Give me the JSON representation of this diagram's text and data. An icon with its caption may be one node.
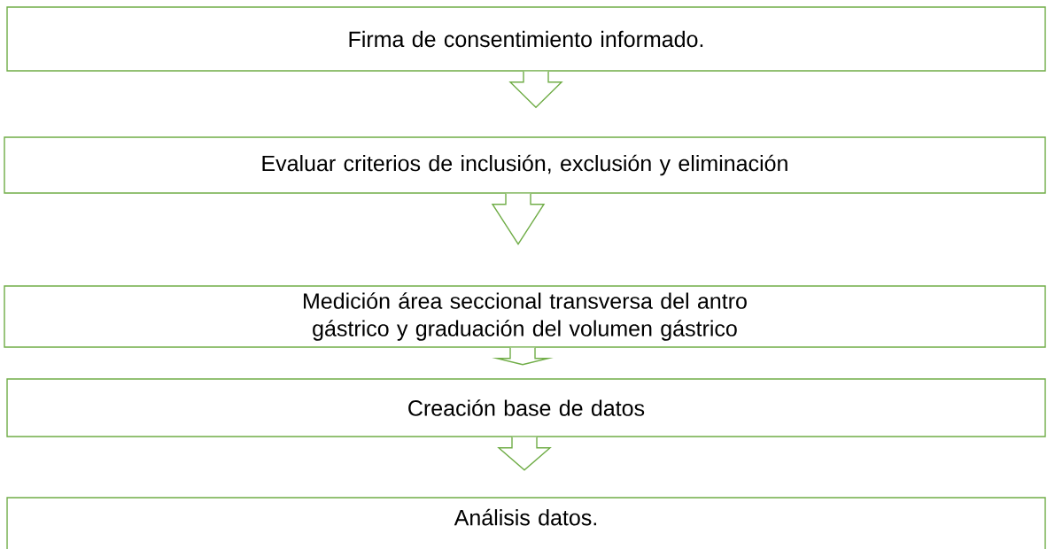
{
  "diagram": {
    "nodes": [
      {
        "text": [
          "Firma de consentimiento informado."
        ]
      },
      {
        "text": [
          "Evaluar criterios de inclusión, exclusión y eliminación"
        ]
      },
      {
        "text": [
          "Medición área seccional transversa del antro gástrico y graduación del volumen gástrico"
        ]
      },
      {
        "text": [
          "Creación base de datos"
        ]
      },
      {
        "text": [
          "Análisis datos."
        ]
      }
    ],
    "edges": [
      {
        "from": 0,
        "to": 1,
        "arrow": "to"
      },
      {
        "from": 1,
        "to": 2,
        "arrow": "to"
      },
      {
        "from": 2,
        "to": 3,
        "arrow": "to"
      },
      {
        "from": 3,
        "to": 4,
        "arrow": "to"
      }
    ]
  }
}
